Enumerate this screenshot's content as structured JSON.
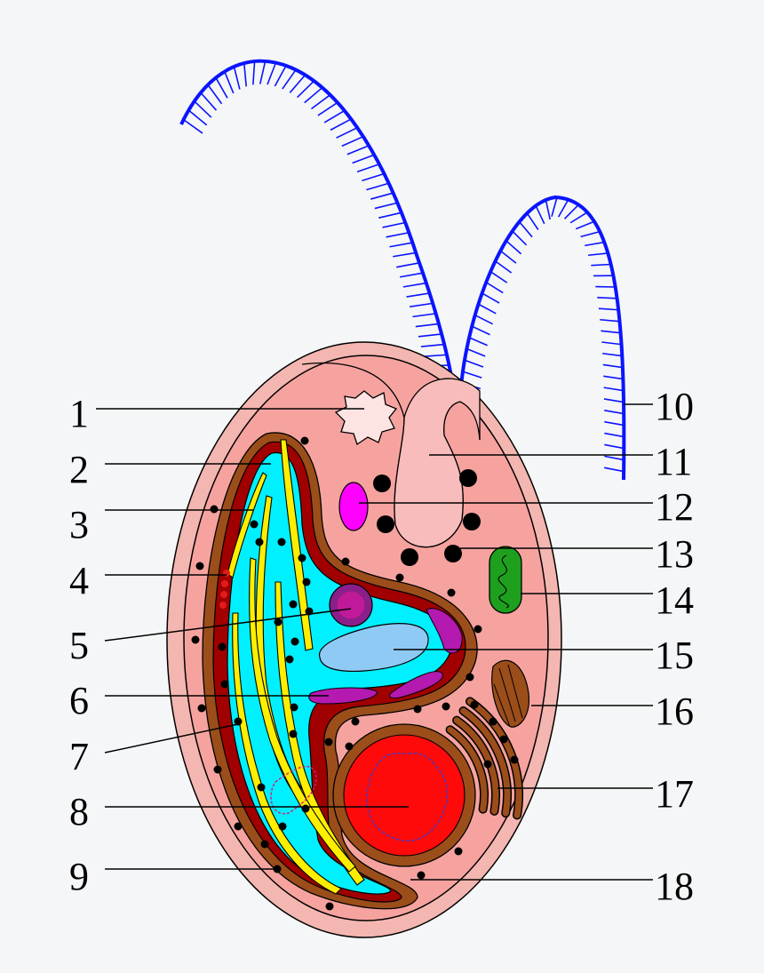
{
  "diagram": {
    "labels_left": [
      "1",
      "2",
      "3",
      "4",
      "5",
      "6",
      "7",
      "8",
      "9"
    ],
    "labels_right": [
      "10",
      "11",
      "12",
      "13",
      "14",
      "15",
      "16",
      "17",
      "18"
    ]
  },
  "colors": {
    "flagella": "#0a14ff",
    "cell_membrane": "#f4b6b0",
    "cytoplasm": "#f6a3a0",
    "chloroplast_envelope": "#9b4e1a",
    "chloroplast_inner": "#a00000",
    "stroma": "#00f0ff",
    "thylakoid": "#ffee00",
    "pyrenoid": "#8fcaf5",
    "paramylon": "#b419b0",
    "nucleus": "#ff0a0a",
    "mitochondrion": "#1ea01e",
    "contractile_vacuole": "#ff00ff",
    "reservoir": "#f9bcbc",
    "granule": "#000000"
  }
}
